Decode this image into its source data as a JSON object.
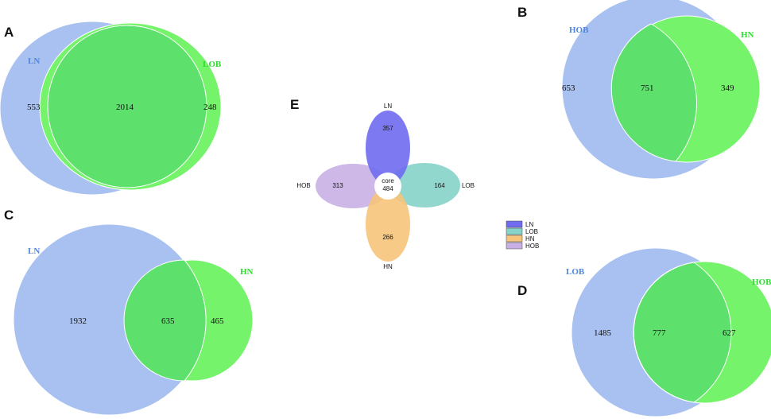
{
  "colors": {
    "set_blue": "#a9c1f0",
    "set_green": "#75f36a",
    "overlap_green": "#5ee06d",
    "label_blue": "#4f86dc",
    "label_green": "#2fdc2f",
    "petal_LN": "#6f6cf0",
    "petal_LOB": "#86d3c9",
    "petal_HN": "#f6c47a",
    "petal_HOB": "#c8b0e4"
  },
  "panels": {
    "A": {
      "letter": "A",
      "left_label": "LN",
      "right_label": "LOB",
      "left_only": "553",
      "overlap": "2014",
      "right_only": "248"
    },
    "B": {
      "letter": "B",
      "left_label": "HOB",
      "right_label": "HN",
      "left_only": "653",
      "overlap": "751",
      "right_only": "349"
    },
    "C": {
      "letter": "C",
      "left_label": "LN",
      "right_label": "HN",
      "left_only": "1932",
      "overlap": "635",
      "right_only": "465"
    },
    "D": {
      "letter": "D",
      "left_label": "LOB",
      "right_label": "HOB",
      "left_only": "1485",
      "overlap": "777",
      "right_only": "627"
    },
    "E": {
      "letter": "E",
      "core_label": "core",
      "core_value": "484",
      "petals": {
        "LN": {
          "label": "LN",
          "value": "357"
        },
        "LOB": {
          "label": "LOB",
          "value": "164"
        },
        "HN": {
          "label": "HN",
          "value": "266"
        },
        "HOB": {
          "label": "HOB",
          "value": "313"
        }
      }
    }
  },
  "legend": {
    "items": [
      {
        "label": "LN",
        "color": "#6f6cf0"
      },
      {
        "label": "LOB",
        "color": "#86d3c9"
      },
      {
        "label": "HN",
        "color": "#f6c47a"
      },
      {
        "label": "HOB",
        "color": "#c8b0e4"
      }
    ]
  }
}
